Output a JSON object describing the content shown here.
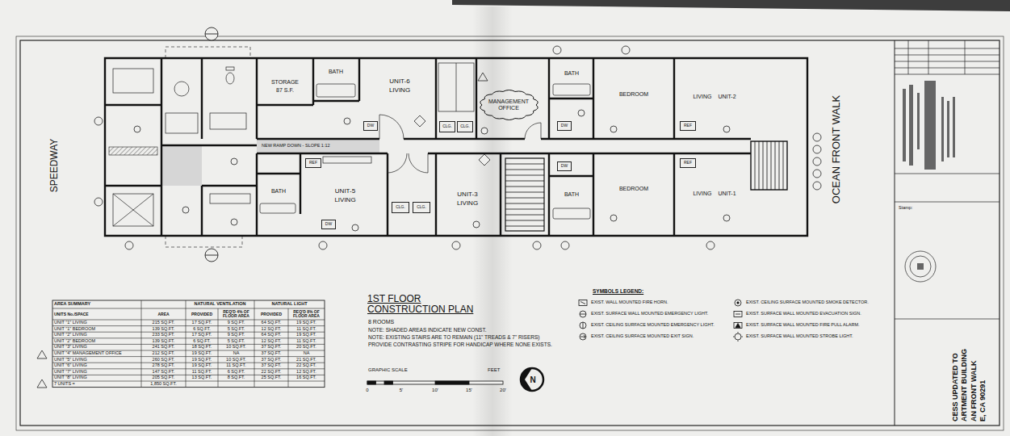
{
  "diagram": {
    "title": "1ST FLOOR CONSTRUCTION PLAN",
    "nodes": [
      {
        "text": [
          "STORAGE",
          "87 S.F."
        ]
      },
      {
        "text": [
          "BATH"
        ]
      },
      {
        "text": [
          "DW"
        ]
      },
      {
        "text": [
          "UNIT-6",
          "LIVING"
        ]
      },
      {
        "text": [
          "CLG."
        ]
      },
      {
        "text": [
          "CLG."
        ]
      },
      {
        "text": [
          "MANAGEMENT OFFICE"
        ]
      },
      {
        "text": [
          "BATH"
        ]
      },
      {
        "text": [
          "DW"
        ]
      },
      {
        "text": [
          "BEDROOM"
        ]
      },
      {
        "text": [
          "LIVING",
          "UNIT-2"
        ]
      },
      {
        "text": [
          "REF"
        ]
      },
      {
        "text": [
          "BATH"
        ]
      },
      {
        "text": [
          "REF"
        ]
      },
      {
        "text": [
          "DW"
        ]
      },
      {
        "text": [
          "UNIT-5",
          "LIVING"
        ]
      },
      {
        "text": [
          "CLG."
        ]
      },
      {
        "text": [
          "CLG."
        ]
      },
      {
        "text": [
          "UNIT-3",
          "LIVING"
        ]
      },
      {
        "text": [
          "BATH"
        ]
      },
      {
        "text": [
          "DW"
        ]
      },
      {
        "text": [
          "BEDROOM"
        ]
      },
      {
        "text": [
          "LIVING",
          "UNIT-1"
        ]
      },
      {
        "text": [
          "REF"
        ]
      },
      {
        "text": [
          "CESS UPDATED TO",
          "ARTMENT BUILDING",
          "AN FRONT WALK",
          "E, CA 90291"
        ]
      }
    ],
    "labels": [
      "SPEEDWAY",
      "OCEAN FRONT WALK",
      "NEW RAMP DOWN - SLOPE 1:12",
      "8 ROOMS",
      "NOTE: SHADED AREAS INDICATE NEW CONST.",
      "NOTE: EXISTING STAIRS ARE TO REMAIN (11\" TREADS & 7\" RISERS)",
      "PROVIDE CONTRASTING STRIPE FOR HANDICAP WHERE NONE EXISTS.",
      "GRAPHIC SCALE",
      "FEET",
      "0",
      "5'",
      "10'",
      "15'",
      "20'",
      "N",
      "SYMBOLS LEGEND:",
      "AREA SUMMARY",
      "NATURAL VENTILATION",
      "NATURAL LIGHT",
      "UNITS No./SPACE",
      "AREA",
      "PROVIDED",
      "REQ'D 4% OF FLOOR AREA",
      "PROVIDED",
      "REQ'D 8% OF FLOOR AREA",
      "UNIT \"1\" LIVING",
      "215 SQ.FT.",
      "17 SQ.FT.",
      "9 SQ.FT.",
      "64 SQ.FT.",
      "19 SQ.FT.",
      "UNIT \"1\" BEDROOM",
      "139 SQ.FT.",
      "6 SQ.FT.",
      "5 SQ.FT.",
      "12 SQ.FT.",
      "11 SQ.FT.",
      "UNIT \"2\" LIVING",
      "233 SQ.FT.",
      "17 SQ.FT.",
      "9 SQ.FT.",
      "64 SQ.FT.",
      "19 SQ.FT.",
      "UNIT \"2\" BEDROOM",
      "139 SQ.FT.",
      "6 SQ.FT.",
      "5 SQ.FT.",
      "12 SQ.FT.",
      "11 SQ.FT.",
      "UNIT \"3\" LIVING",
      "241 SQ.FT.",
      "18 SQ.FT.",
      "10 SQ.FT.",
      "37 SQ.FT.",
      "20 SQ.FT.",
      "UNIT \"4\" MANAGEMENT OFFICE",
      "212 SQ.FT.",
      "19 SQ.FT.",
      "NA",
      "37 SQ.FT.",
      "NA",
      "UNIT \"5\" LIVING",
      "260 SQ.FT.",
      "19 SQ.FT.",
      "10 SQ.FT.",
      "37 SQ.FT.",
      "21 SQ.FT.",
      "UNIT \"6\" LIVING",
      "278 SQ.FT.",
      "19 SQ.FT.",
      "11 SQ.FT.",
      "37 SQ.FT.",
      "22 SQ.FT.",
      "UNIT \"7\" LIVING",
      "147 SQ.FT.",
      "11 SQ.FT.",
      "6 SQ.FT.",
      "22 SQ.FT.",
      "12 SQ.FT.",
      "UNIT \"8\" LIVING",
      "205 SQ.FT.",
      "13 SQ.FT.",
      "8 SQ.FT.",
      "25 SQ.FT.",
      "16 SQ.FT.",
      "7 UNITS =",
      "1,850 SQ.FT.",
      "Stamp:"
    ],
    "legend": [
      {
        "text": "EXIST. WALL MOUNTED FIRE HORN."
      },
      {
        "text": "EXIST. SURFACE WALL MOUNTED EMERGENCY LIGHT."
      },
      {
        "text": "EXIST. CEILING SURFACE MOUNTED EMERGENCY LIGHT."
      },
      {
        "text": "EXIST. CEILING SURFACE MOUNTED EXIT SIGN."
      },
      {
        "text": "EXIST. CEILING SURFACE MOUNTED SMOKE DETECTOR."
      },
      {
        "text": "EXIST. SURFACE WALL MOUNTED EVACUATION SIGN."
      },
      {
        "text": "EXIST. SURFACE WALL MOUNTED FIRE PULL ALARM."
      },
      {
        "text": "EXIST. SURFACE WALL MOUNTED STROBE LIGHT."
      }
    ]
  }
}
